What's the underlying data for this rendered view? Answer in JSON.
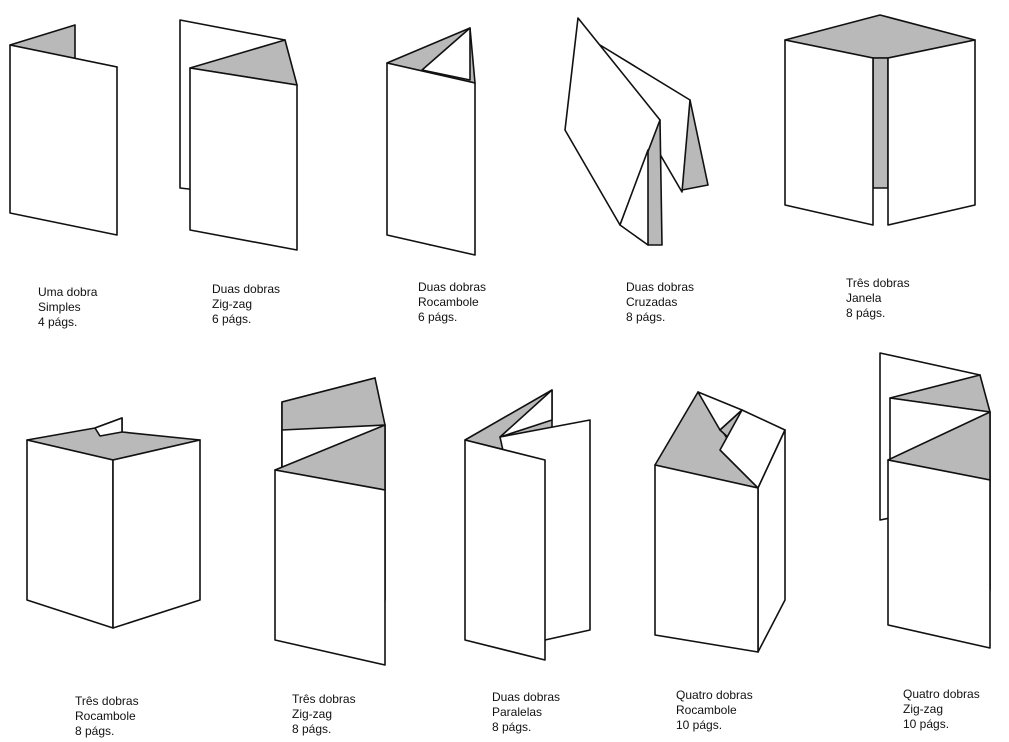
{
  "colors": {
    "panel": "#ffffff",
    "shade": "#b9b9b9",
    "line": "#111111"
  },
  "folds": [
    {
      "title": "Uma dobra",
      "type": "Simples",
      "pages": "4 págs."
    },
    {
      "title": "Duas dobras",
      "type": "Zig-zag",
      "pages": "6 págs."
    },
    {
      "title": "Duas dobras",
      "type": "Rocambole",
      "pages": "6 págs."
    },
    {
      "title": "Duas dobras",
      "type": "Cruzadas",
      "pages": "8 págs."
    },
    {
      "title": "Três dobras",
      "type": "Janela",
      "pages": "8 págs."
    },
    {
      "title": "Três dobras",
      "type": "Rocambole",
      "pages": "8 págs."
    },
    {
      "title": "Três dobras",
      "type": "Zig-zag",
      "pages": "8 págs."
    },
    {
      "title": "Duas dobras",
      "type": "Paralelas",
      "pages": "8 págs."
    },
    {
      "title": "Quatro dobras",
      "type": "Rocambole",
      "pages": "10 págs."
    },
    {
      "title": "Quatro dobras",
      "type": "Zig-zag",
      "pages": "10 págs."
    }
  ]
}
